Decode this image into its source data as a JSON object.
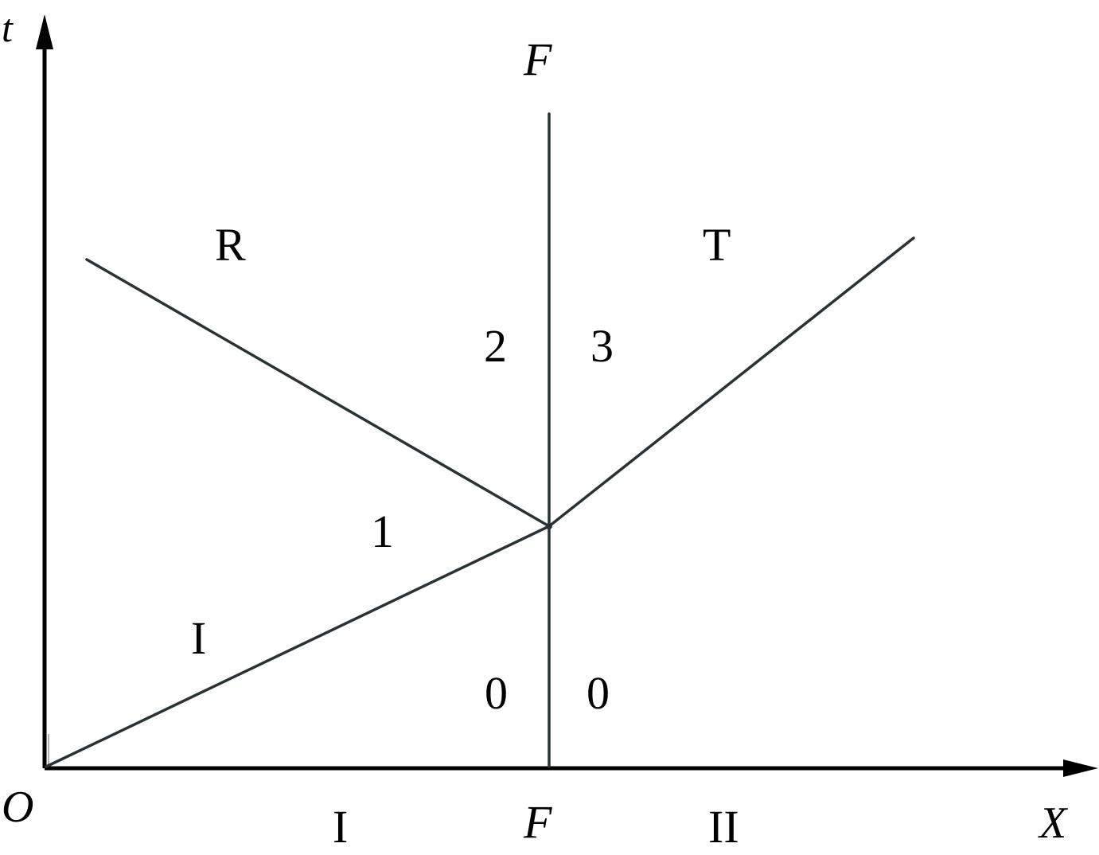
{
  "axes": {
    "vertical_label": "t",
    "horizontal_label": "X",
    "origin_label": "O"
  },
  "interface": {
    "top_label": "F",
    "bottom_label": "F"
  },
  "waves": {
    "incident_label": "I",
    "reflected_label": "R",
    "transmitted_label": "T"
  },
  "regions": {
    "state_1": "1",
    "state_2": "2",
    "state_3": "3",
    "state_0_left": "0",
    "state_0_right": "0"
  },
  "materials": {
    "left": "I",
    "right": "II"
  }
}
